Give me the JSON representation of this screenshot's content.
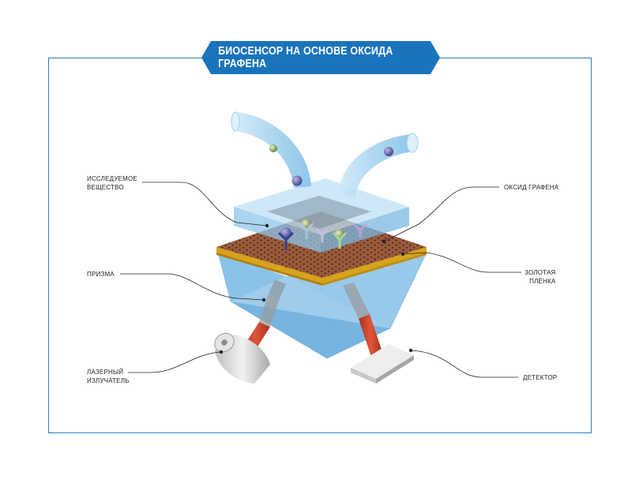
{
  "title": "БИОСЕНСОР НА ОСНОВЕ ОКСИДА ГРАФЕНА",
  "colors": {
    "frame": "#2b7fb6",
    "banner": "#1a74bc",
    "prism": "#8fc4e8",
    "flow_cell": "#9fd0ee",
    "chip": "#9b5a3a",
    "gold": "#d8a21a",
    "beam": "#c0392b",
    "housing": "#d9d9d9"
  },
  "labels": {
    "sample": [
      "ИССЛЕДУЕМОЕ",
      "ВЕЩЕСТВО"
    ],
    "prism": [
      "ПРИЗМА"
    ],
    "laser": [
      "ЛАЗЕРНЫЙ",
      "ИЗЛУЧАТЕЛЬ"
    ],
    "graphene_oxide": [
      "ОКСИД ГРАФЕНА"
    ],
    "gold_film": [
      "ЗОЛОТАЯ",
      "ПЛЁНКА"
    ],
    "detector": [
      "ДЕТЕКТОР"
    ]
  }
}
